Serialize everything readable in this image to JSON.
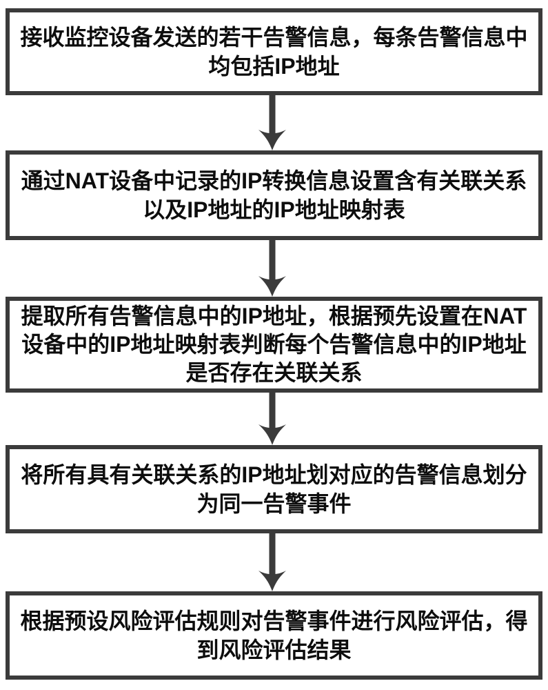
{
  "figure": {
    "type": "flowchart",
    "direction": "top-down",
    "steps": [
      {
        "text": "接收监控设备发送的若干告警信息，每条告警信息中均包括IP地址"
      },
      {
        "text": "通过NAT设备中记录的IP转换信息设置含有关联关系以及IP地址的IP地址映射表"
      },
      {
        "text": "提取所有告警信息中的IP地址，根据预先设置在NAT设备中的IP地址映射表判断每个告警信息中的IP地址是否存在关联关系"
      },
      {
        "text": "将所有具有关联关系的IP地址划对应的告警信息划分为同一告警事件"
      },
      {
        "text": "根据预设风险评估规则对告警事件进行风险评估，得到风险评估结果"
      }
    ]
  },
  "colors": {
    "border": "#3b3b3b",
    "text": "#0d0d0d",
    "background": "#ffffff",
    "arrow": "#3b3b3b"
  }
}
